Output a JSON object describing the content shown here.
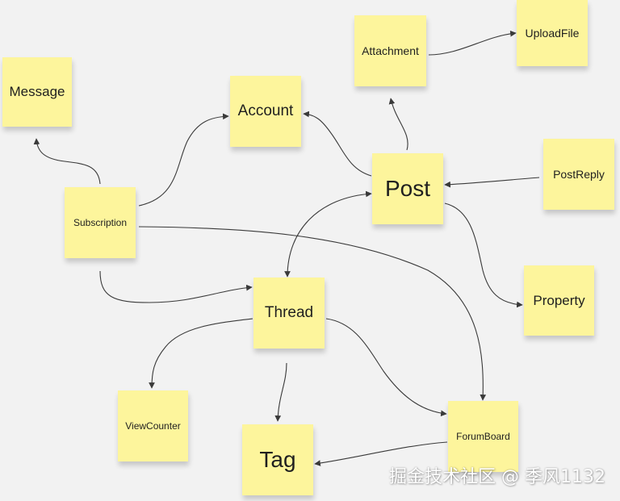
{
  "canvas": {
    "background": "#f2f2f2",
    "note_color": "#fdf59c",
    "arrow_color": "#3a3a3a"
  },
  "notes": {
    "message": "Message",
    "account": "Account",
    "attachment": "Attachment",
    "uploadfile": "UploadFile",
    "subscription": "Subscription",
    "post": "Post",
    "postreply": "PostReply",
    "thread": "Thread",
    "property": "Property",
    "viewcounter": "ViewCounter",
    "tag": "Tag",
    "forumboard": "ForumBoard"
  },
  "connections": [
    {
      "from": "subscription",
      "to": "message"
    },
    {
      "from": "subscription",
      "to": "account"
    },
    {
      "from": "subscription",
      "to": "thread"
    },
    {
      "from": "subscription",
      "to": "forumboard"
    },
    {
      "from": "post",
      "to": "account"
    },
    {
      "from": "post",
      "to": "attachment"
    },
    {
      "from": "attachment",
      "to": "uploadfile"
    },
    {
      "from": "postreply",
      "to": "post"
    },
    {
      "from": "post",
      "to": "property"
    },
    {
      "from": "thread",
      "to": "post",
      "bidirectional": true
    },
    {
      "from": "thread",
      "to": "viewcounter"
    },
    {
      "from": "thread",
      "to": "tag"
    },
    {
      "from": "thread",
      "to": "forumboard"
    },
    {
      "from": "forumboard",
      "to": "tag"
    }
  ],
  "watermark": "掘金技术社区 @ 季风1132"
}
